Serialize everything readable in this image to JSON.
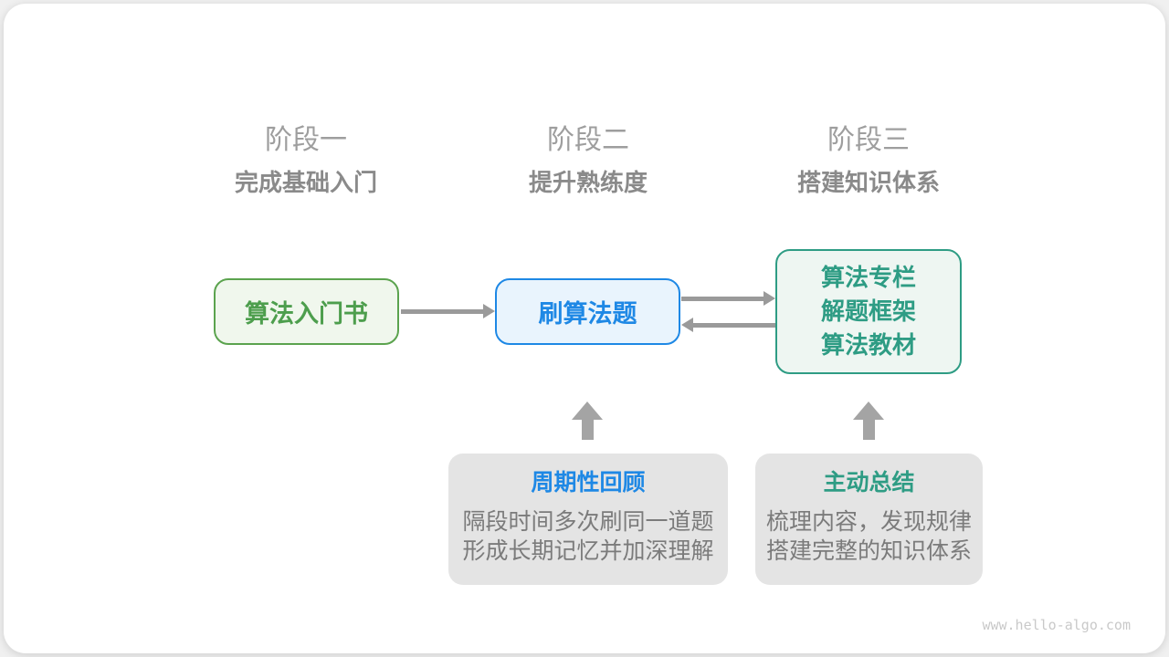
{
  "stages": [
    {
      "title": "阶段一",
      "subtitle": "完成基础入门"
    },
    {
      "title": "阶段二",
      "subtitle": "提升熟练度"
    },
    {
      "title": "阶段三",
      "subtitle": "搭建知识体系"
    }
  ],
  "nodes": {
    "intro_book": {
      "label": "算法入门书"
    },
    "practice": {
      "label": "刷算法题"
    },
    "resources": {
      "lines": [
        "算法专栏",
        "解题框架",
        "算法教材"
      ]
    }
  },
  "callouts": [
    {
      "title": "周期性回顾",
      "body_lines": [
        "隔段时间多次刷同一道题",
        "形成长期记忆并加深理解"
      ]
    },
    {
      "title": "主动总结",
      "body_lines": [
        "梳理内容，发现规律",
        "搭建完整的知识体系"
      ]
    }
  ],
  "watermark": "www.hello-algo.com",
  "colors": {
    "green": "#5ba34e",
    "blue": "#1e88e5",
    "teal": "#2e9c84",
    "arrow_gray": "#9a9a9a",
    "callout_bg": "#e4e4e4",
    "stage_title_gray": "#9e9e9e",
    "body_gray": "#7b7b7b"
  }
}
